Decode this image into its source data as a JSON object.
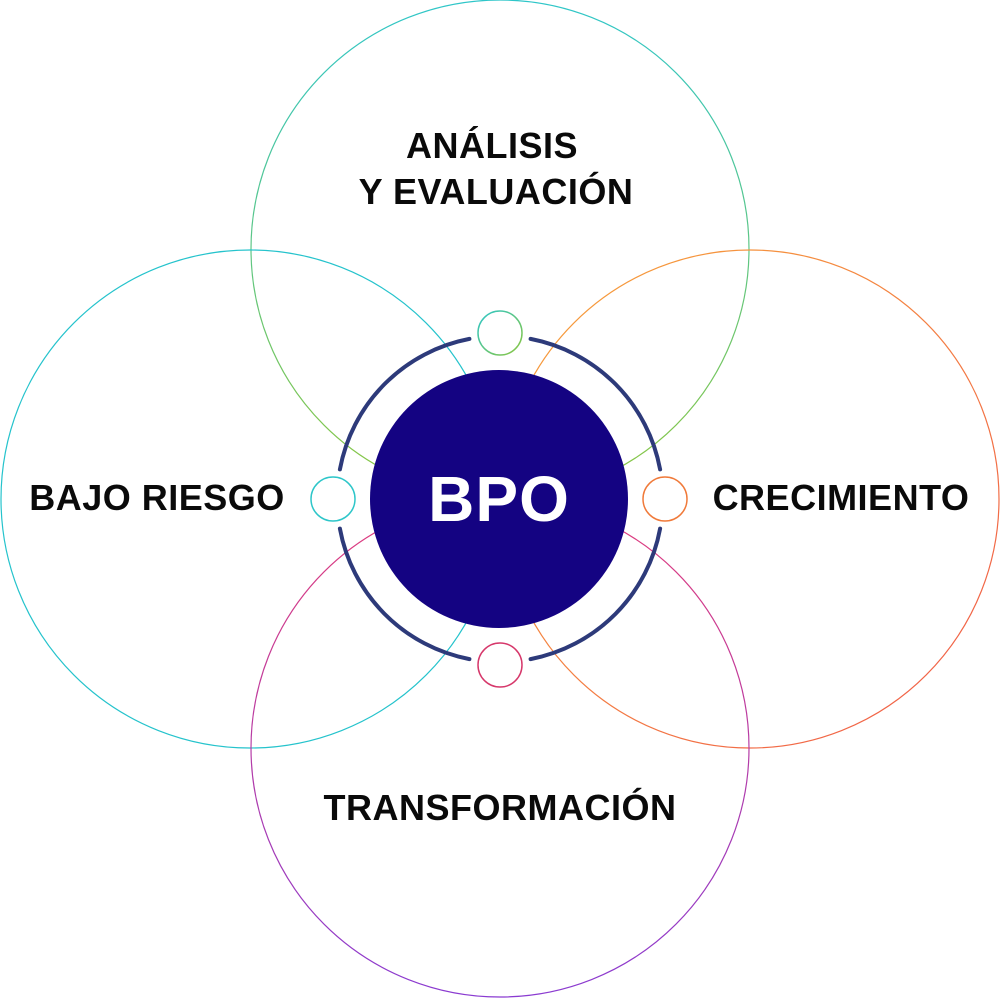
{
  "center": {
    "label": "BPO"
  },
  "petals": [
    {
      "id": "top",
      "lines": [
        "ANÁLISIS",
        "Y EVALUACIÓN"
      ]
    },
    {
      "id": "left",
      "lines": [
        "BAJO RIESGO"
      ]
    },
    {
      "id": "right",
      "lines": [
        "CRECIMIENTO"
      ]
    },
    {
      "id": "bottom",
      "lines": [
        "TRANSFORMACIÓN"
      ]
    }
  ],
  "colors": {
    "center_fill": "#140382",
    "ring": "#2d3a7a",
    "top_circle": [
      "#2ec6c9",
      "#8cc63f"
    ],
    "left_circle": "#25c3cc",
    "right_circle": [
      "#f7a43a",
      "#f05a4a"
    ],
    "bottom_circle": [
      "#e23c7a",
      "#8a3bd1"
    ],
    "node_top": [
      "#2ec6c9",
      "#8cc63f"
    ],
    "node_left": "#2ec6c9",
    "node_right": "#f07a3a",
    "node_bottom": "#d6386b"
  }
}
